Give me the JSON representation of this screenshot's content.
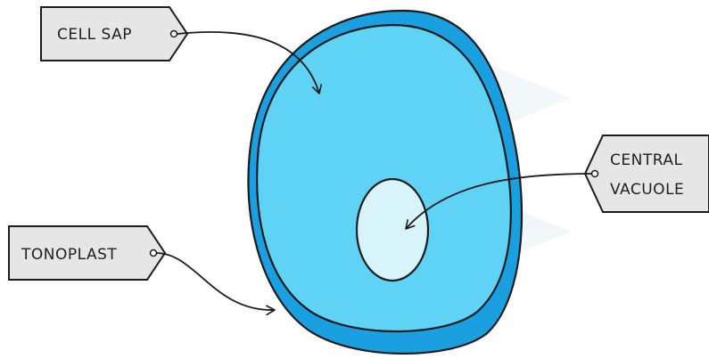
{
  "labels": {
    "cell_sap": "CELL  SAP",
    "central_vacuole_line1": "CENTRAL",
    "central_vacuole_line2": "VACUOLE",
    "tonoplast": "TONOPLAST"
  },
  "colors": {
    "outer_wall": "#1a9fe0",
    "cytoplasm_sap": "#5ed3f6",
    "inner_vacuole": "#d8f4fb",
    "outline": "#1b1b1b",
    "tag_fill": "#e6e6e6",
    "background": "#ffffff"
  }
}
